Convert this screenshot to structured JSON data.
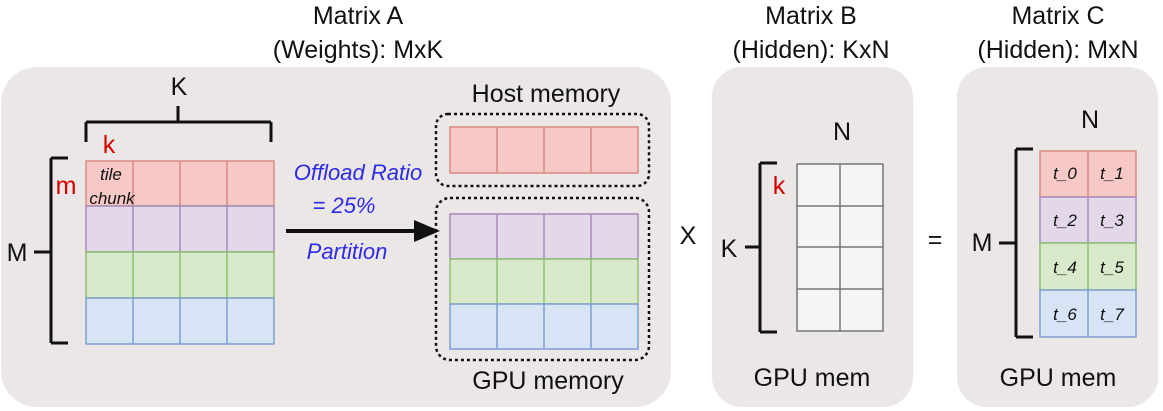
{
  "colors": {
    "panel_bg": "#ebe7e6",
    "red_fill": "#f6c8c6",
    "red_stroke": "#d98a86",
    "purple_fill": "#e2d8ea",
    "purple_stroke": "#a58ab8",
    "green_fill": "#d9eacb",
    "green_stroke": "#8dbf74",
    "blue_fill": "#d6e4f6",
    "blue_stroke": "#7f9fd0",
    "gray_fill": "#f5f5f5",
    "gray_stroke": "#777777",
    "red_text": "#d40000",
    "annotation_blue": "#2d2ae8"
  },
  "matrix_a": {
    "title_line1": "Matrix A",
    "title_line2": "(Weights): MxK",
    "k_label": "K",
    "m_label": "M",
    "small_k": "k",
    "small_m": "m",
    "tile_label": "tile",
    "chunk_label": "chunk",
    "host_memory": "Host memory",
    "gpu_memory": "GPU memory",
    "offload_line1": "Offload Ratio",
    "offload_line2": "= 25%",
    "partition": "Partition"
  },
  "operators": {
    "times": "X",
    "equals": "="
  },
  "matrix_b": {
    "title_line1": "Matrix B",
    "title_line2": "(Hidden): KxN",
    "n_label": "N",
    "k_label": "K",
    "small_k": "k",
    "footer": "GPU mem"
  },
  "matrix_c": {
    "title_line1": "Matrix C",
    "title_line2": "(Hidden): MxN",
    "n_label": "N",
    "m_label": "M",
    "footer": "GPU mem",
    "tiles": [
      "t_0",
      "t_1",
      "t_2",
      "t_3",
      "t_4",
      "t_5",
      "t_6",
      "t_7"
    ]
  }
}
